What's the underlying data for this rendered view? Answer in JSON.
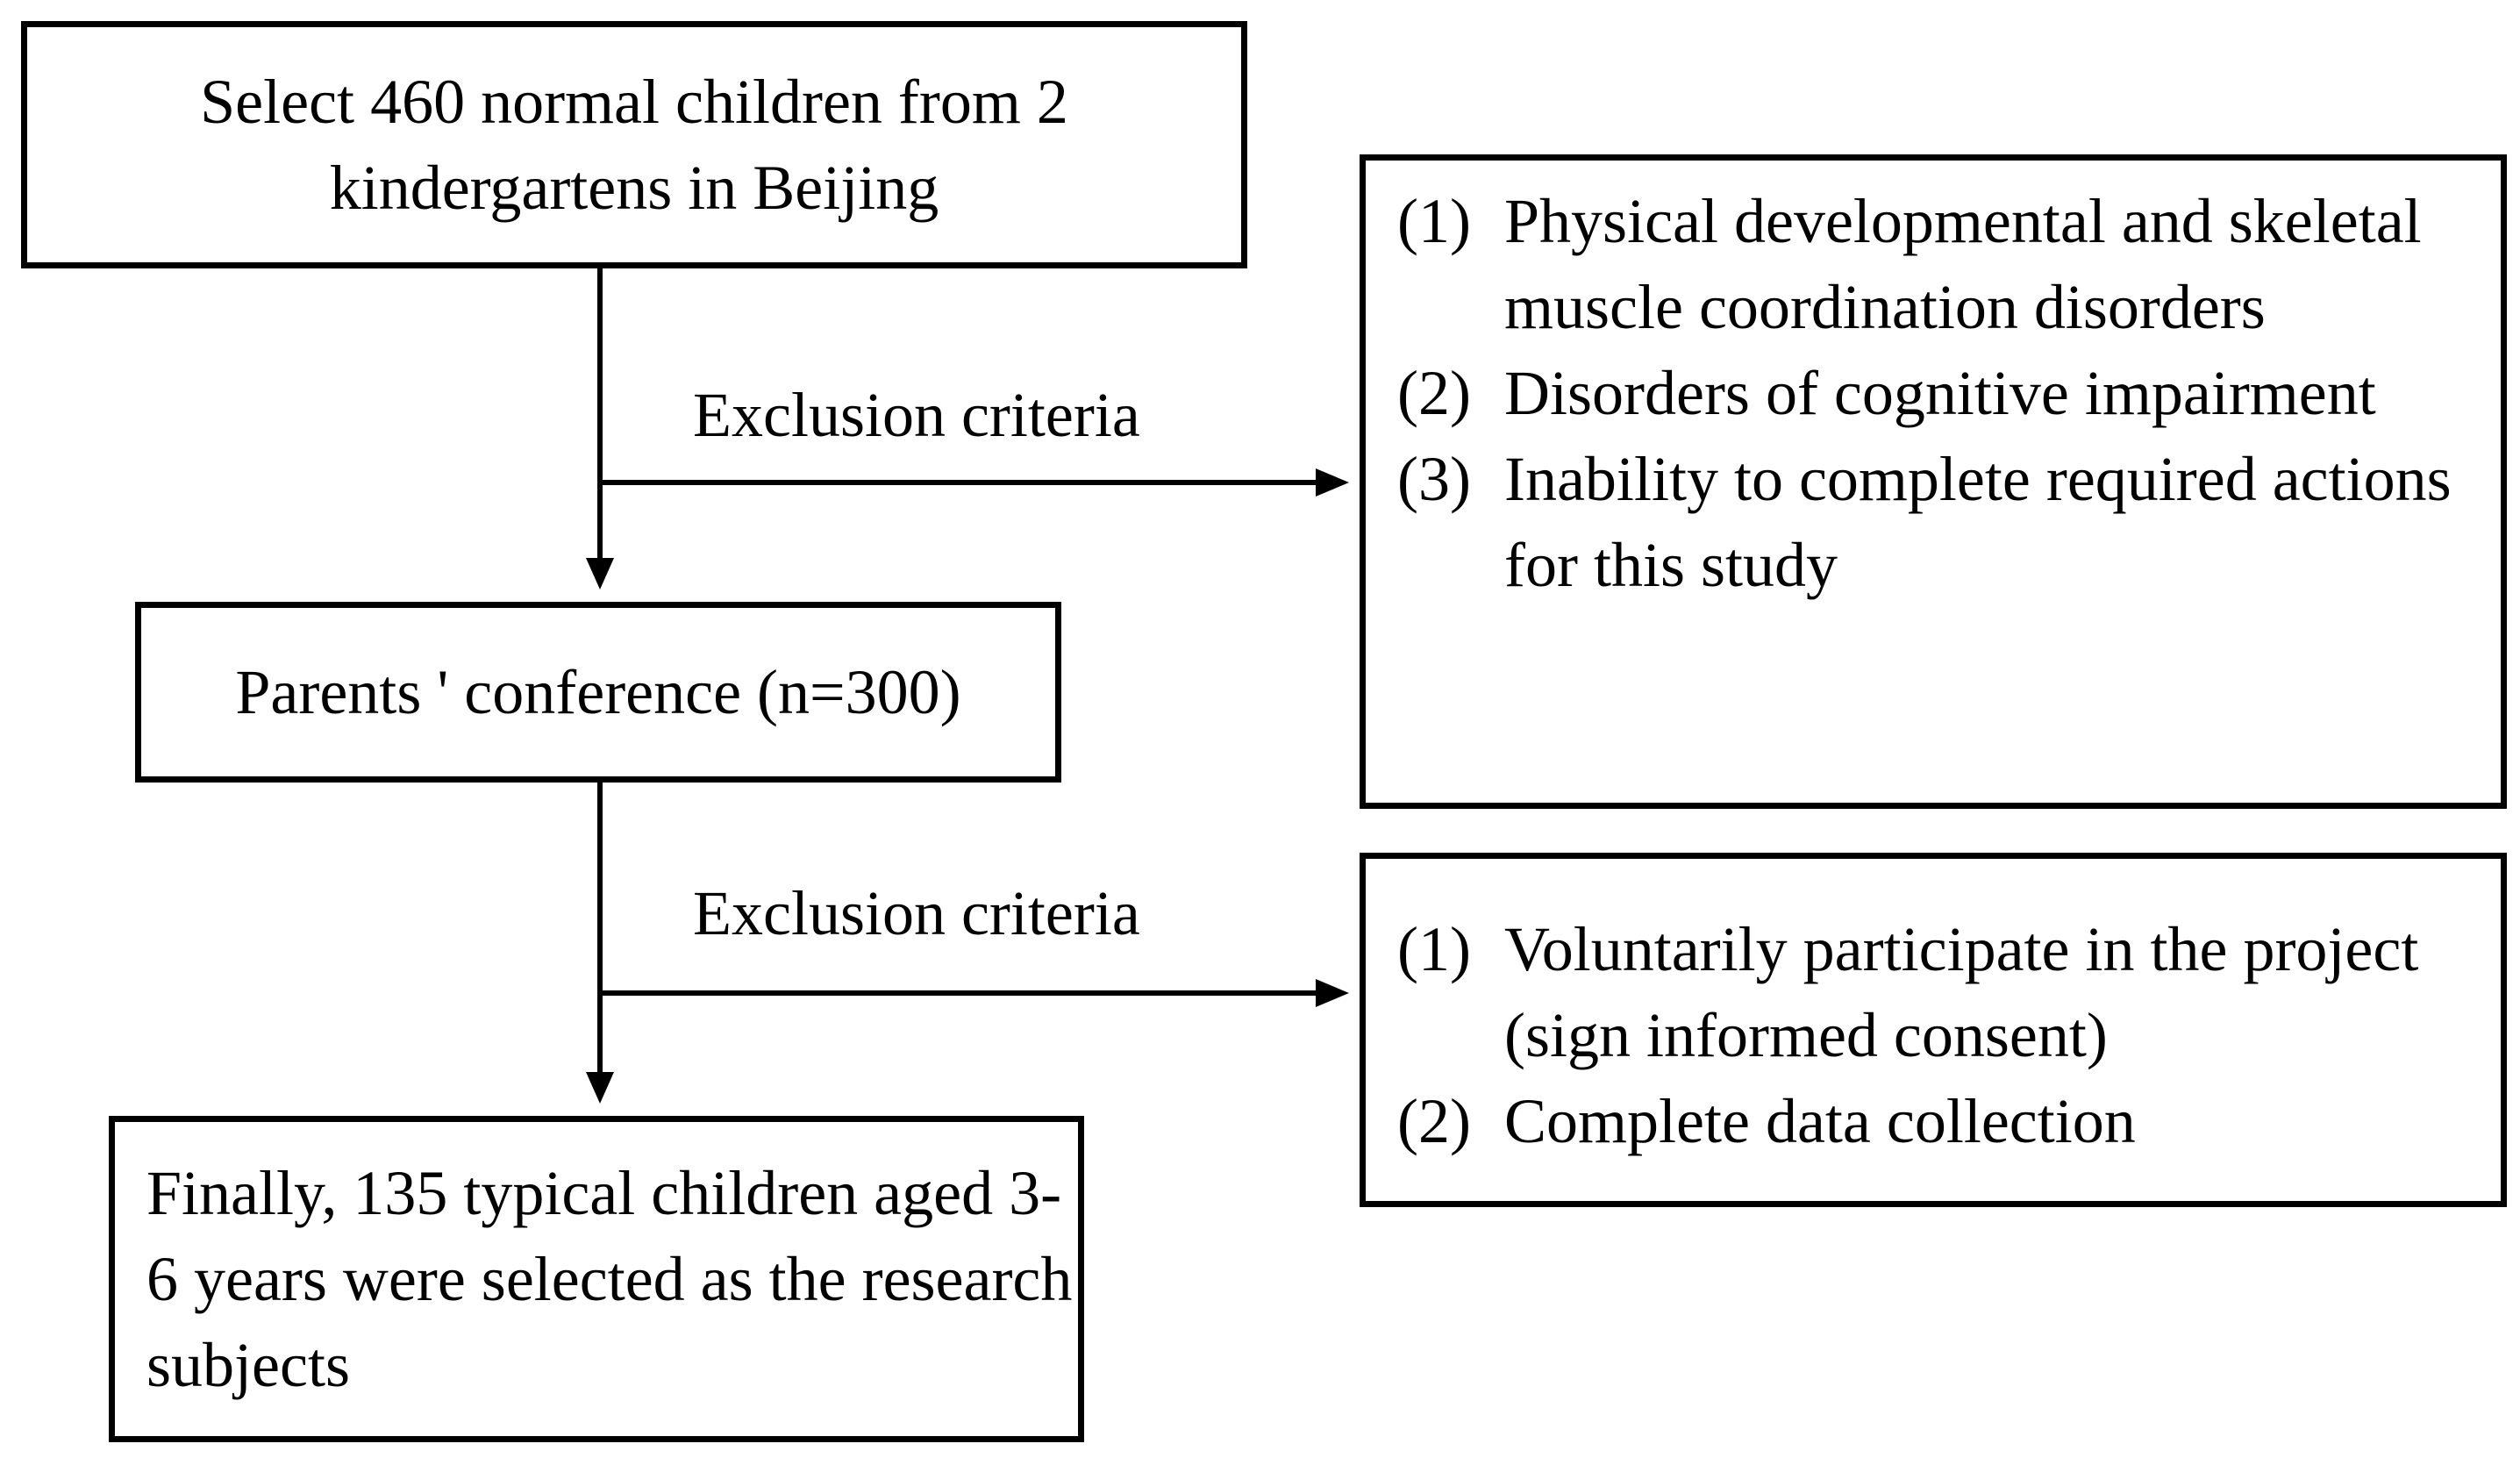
{
  "boxes": {
    "select": "Select 460 normal children from 2 kindergartens in Beijing",
    "parents": "Parents ' conference (n=300)",
    "final": "Finally, 135 typical children aged 3-6 years were selected as the research subjects"
  },
  "edges": {
    "exclusion_label_1": "Exclusion criteria",
    "exclusion_label_2": "Exclusion criteria"
  },
  "criteria_1": [
    {
      "num": "(1)",
      "text": "Physical developmental and skeletal muscle coordination disorders"
    },
    {
      "num": "(2)",
      "text": "Disorders of cognitive impairment"
    },
    {
      "num": "(3)",
      "text": "Inability to complete required actions for this study"
    }
  ],
  "criteria_2": [
    {
      "num": "(1)",
      "text": "Voluntarily participate in the project (sign informed consent)"
    },
    {
      "num": "(2)",
      "text": "Complete data collection"
    }
  ]
}
